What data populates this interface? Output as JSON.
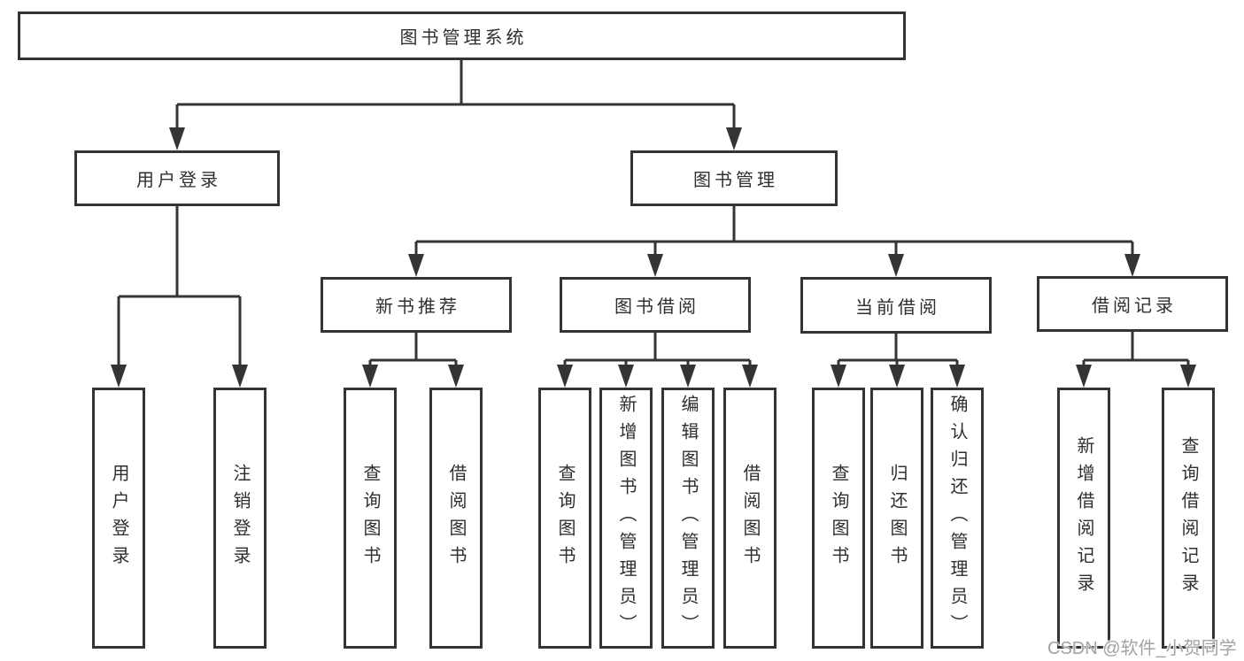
{
  "tree": {
    "root": {
      "label": "图书管理系统"
    },
    "level2": [
      {
        "label": "用户登录",
        "leaves": [
          "用户登录",
          "注销登录"
        ]
      },
      {
        "label": "图书管理",
        "sections": [
          {
            "label": "新书推荐",
            "leaves": [
              "查询图书",
              "借阅图书"
            ]
          },
          {
            "label": "图书借阅",
            "leaves": [
              "查询图书",
              "新增图书（管理员）",
              "编辑图书（管理员）",
              "借阅图书"
            ]
          },
          {
            "label": "当前借阅",
            "leaves": [
              "查询图书",
              "归还图书",
              "确认归还（管理员）"
            ]
          },
          {
            "label": "借阅记录",
            "leaves": [
              "新增借阅记录",
              "查询借阅记录"
            ]
          }
        ]
      }
    ]
  },
  "watermark": {
    "text": "CSDN @软件_小贺同学"
  },
  "colors": {
    "line": "#343434",
    "text": "#2f2f2f",
    "watermark": "#a3a3a3",
    "background": "#ffffff"
  }
}
